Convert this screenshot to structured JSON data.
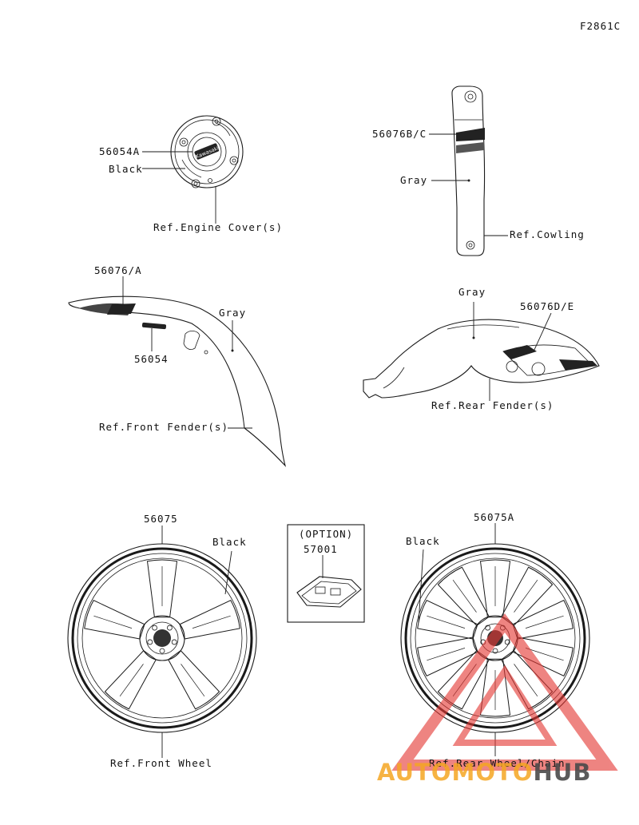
{
  "figure_code": "F2861C",
  "labels": {
    "engine_cover_part": "56054A",
    "engine_cover_color": "Black",
    "engine_cover_ref": "Ref.Engine Cover(s)",
    "cowling_part": "56076B/C",
    "cowling_color": "Gray",
    "cowling_ref": "Ref.Cowling",
    "front_fender_part": "56076/A",
    "front_fender_emblem": "56054",
    "front_fender_color": "Gray",
    "front_fender_ref": "Ref.Front Fender(s)",
    "rear_fender_color": "Gray",
    "rear_fender_part": "56076D/E",
    "rear_fender_ref": "Ref.Rear Fender(s)",
    "front_wheel_part": "56075",
    "front_wheel_color": "Black",
    "front_wheel_ref": "Ref.Front Wheel",
    "option_title": "(OPTION)",
    "option_part": "57001",
    "rear_wheel_part": "56075A",
    "rear_wheel_color": "Black",
    "rear_wheel_ref": "Ref.Rear Wheel/Chain"
  },
  "engine_cover_brand": "Kawasaki",
  "watermark": {
    "part1": "AUTO",
    "part2": "MOTO",
    "part3": "HUB",
    "color_light": "#f5a623",
    "color_dark": "#4a4a4a",
    "triangle_color": "#e53935"
  }
}
